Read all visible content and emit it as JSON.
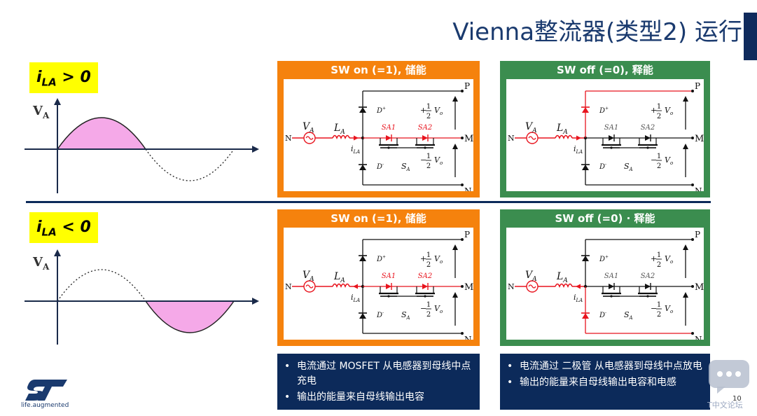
{
  "title": "Vienna整流器(类型2) 运行",
  "row1": {
    "condition_i": "i",
    "condition_sub": "LA",
    "condition_op": " > 0",
    "va_label": "V",
    "va_sub": "A",
    "panel_on_title": "SW on (=1), 储能",
    "panel_off_title": "SW off (=0), 释能"
  },
  "row2": {
    "condition_i": "i",
    "condition_sub": "LA",
    "condition_op": " < 0",
    "va_label": "V",
    "va_sub": "A",
    "panel_on_title": "SW on (=1), 储能",
    "panel_off_title": "SW off (=0) · 释能",
    "info_on": [
      "电流通过 MOSFET 从电感器到母线中点充电",
      "输出的能量来自母线输出电容"
    ],
    "info_off": [
      "电流通过 二极管 从电感器到母线中点放电",
      "输出的能量来自母线输出电容和电感"
    ]
  },
  "circuit": {
    "node_p": "P",
    "node_m": "M",
    "node_n_right": "N",
    "node_n_left": "N",
    "source": "V",
    "source_sub": "A",
    "inductor": "L",
    "inductor_sub": "A",
    "current": "i",
    "current_sub": "LA",
    "diode_top": "D",
    "diode_top_sup": "+",
    "diode_bot": "D",
    "diode_bot_sup": "-",
    "sa1": "SA1",
    "sa2": "SA2",
    "switch": "S",
    "switch_sub": "A",
    "vo_top_sign": "+",
    "vo_bot_sign": "−",
    "vo_num": "1",
    "vo_den": "2",
    "vo_var": "V",
    "vo_sub": "o"
  },
  "page_number": "10",
  "logo_tagline": "life.augmented",
  "watermark": "T中文论坛",
  "colors": {
    "title": "#1a3a6e",
    "orange": "#f5820d",
    "green": "#3b8d4f",
    "navy": "#0c2a5a",
    "highlight": "#ffff00",
    "area": "#f5a9e8",
    "red": "#e8141e"
  }
}
